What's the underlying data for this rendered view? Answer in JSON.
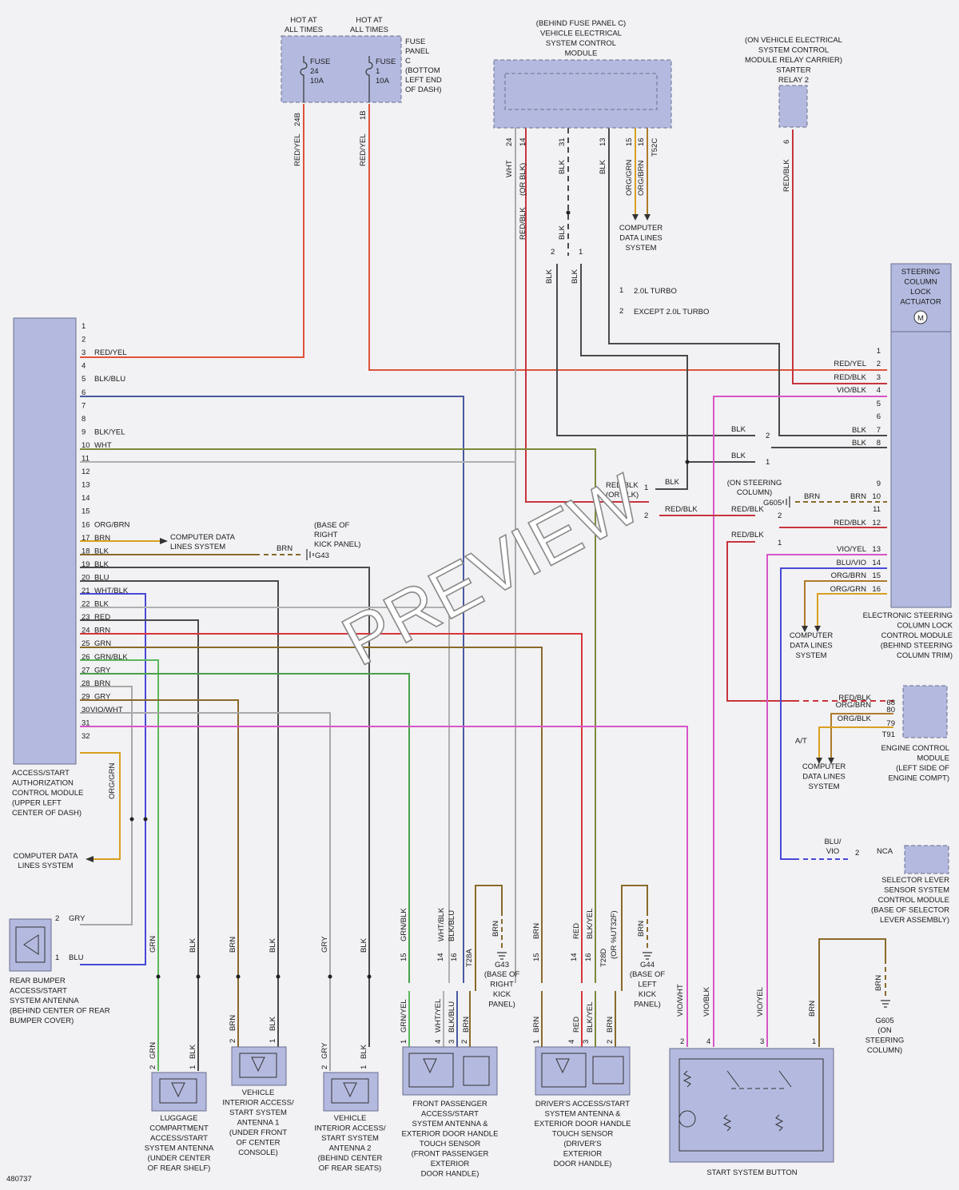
{
  "diagram_id": "480737",
  "watermark": "PREVIEW",
  "fuse_panel": {
    "hot_left": [
      "HOT AT",
      "ALL TIMES"
    ],
    "hot_right": [
      "HOT AT",
      "ALL TIMES"
    ],
    "fuse_a": [
      "FUSE",
      "24",
      "10A"
    ],
    "fuse_b": [
      "FUSE",
      "1",
      "10A"
    ],
    "location": [
      "FUSE",
      "PANEL",
      "C",
      "(BOTTOM",
      "LEFT END",
      "OF DASH)"
    ],
    "pin_a": "24B",
    "pin_b": "1B",
    "wire_a": "RED/YEL",
    "wire_b": "RED/YEL"
  },
  "vescm": {
    "title": [
      "(BEHIND FUSE PANEL C)",
      "VEHICLE ELECTRICAL",
      "SYSTEM CONTROL",
      "MODULE"
    ],
    "pins": [
      "24",
      "14",
      "31",
      "13",
      "15",
      "16"
    ],
    "connector": "T52C",
    "wires": [
      "WHT",
      "(OR BLK)",
      "BLK",
      "BLK",
      "ORG/GRN",
      "ORG/BRN",
      "RED/BLK",
      "BLK"
    ],
    "data_lines": [
      "COMPUTER",
      "DATA LINES",
      "SYSTEM"
    ]
  },
  "starter_relay": {
    "title": [
      "(ON VEHICLE ELECTRICAL",
      "SYSTEM CONTROL",
      "MODULE RELAY CARRIER)",
      "STARTER",
      "RELAY 2"
    ],
    "pin": "6",
    "wire": "RED/BLK"
  },
  "legend": {
    "item1": "2.0L TURBO",
    "item2": "EXCEPT 2.0L TURBO",
    "marker1": "1",
    "marker2": "2"
  },
  "steering_lock": {
    "title": [
      "STEERING",
      "COLUMN",
      "LOCK",
      "ACTUATOR"
    ],
    "motor": "M",
    "module_label": [
      "ELECTRONIC STEERING",
      "COLUMN LOCK",
      "CONTROL MODULE",
      "(BEHIND STEERING",
      "COLUMN TRIM)"
    ],
    "pins": [
      "1",
      "2",
      "3",
      "4",
      "5",
      "6",
      "7",
      "8",
      "9",
      "10",
      "11",
      "12",
      "13",
      "14",
      "15",
      "16"
    ],
    "wires": [
      "",
      "RED/YEL",
      "RED/BLK",
      "VIO/BLK",
      "",
      "",
      "BLK",
      "BLK",
      "",
      "BRN",
      "",
      "RED/BLK",
      "VIO/YEL",
      "BLU/VIO",
      "ORG/BRN",
      "ORG/GRN"
    ],
    "data_lines": [
      "COMPUTER",
      "DATA LINES",
      "SYSTEM"
    ]
  },
  "g605_top": {
    "label": "G605",
    "note": [
      "(ON STEERING",
      "COLUMN)"
    ],
    "wire": "BRN"
  },
  "splice_labels": {
    "blk_a": "BLK",
    "blk_b": "BLK",
    "blk_c": "BLK",
    "redblk_a": [
      "RED/BLK",
      "(OR BLK)"
    ],
    "redblk_b": "RED/BLK",
    "redblk_c": "RED/BLK",
    "redblk_d": "RED/BLK"
  },
  "access_module": {
    "label": [
      "ACCESS/START",
      "AUTHORIZATION",
      "CONTROL MODULE",
      "(UPPER LEFT",
      "CENTER OF DASH)"
    ],
    "pins": [
      "1",
      "2",
      "3",
      "4",
      "5",
      "6",
      "7",
      "8",
      "9",
      "10",
      "11",
      "12",
      "13",
      "14",
      "15",
      "16",
      "17",
      "18",
      "19",
      "20",
      "21",
      "22",
      "23",
      "24",
      "25",
      "26",
      "27",
      "28",
      "29",
      "30",
      "31",
      "32"
    ],
    "wires": [
      "",
      "",
      "RED/YEL",
      "",
      "BLK/BLU",
      "",
      "",
      "",
      "BLK/YEL",
      "WHT",
      "",
      "",
      "",
      "",
      "",
      "ORG/BRN",
      "BRN",
      "BLK",
      "BLK",
      "BLU",
      "WHT/BLK",
      "BLK",
      "RED",
      "BRN",
      "GRN",
      "GRN/BLK",
      "GRY",
      "BRN",
      "GRY",
      "VIO/WHT",
      "",
      ""
    ],
    "data_lines_16": [
      "COMPUTER DATA",
      "LINES SYSTEM"
    ],
    "g43_note": [
      "(BASE OF",
      "RIGHT",
      "KICK PANEL)"
    ],
    "g43": "G43",
    "g43_wire": "BRN",
    "pin32_wire": "ORG/GRN",
    "data_lines_32": [
      "COMPUTER DATA",
      "LINES SYSTEM"
    ]
  },
  "ecm": {
    "label": [
      "ENGINE CONTROL",
      "MODULE",
      "(LEFT SIDE OF",
      "ENGINE COMPT)"
    ],
    "pins": [
      "68",
      "80",
      "79"
    ],
    "wires": [
      "RED/BLK",
      "ORG/BRN",
      "ORG/BLK"
    ],
    "connector": "T91",
    "at": "A/T",
    "data_lines": [
      "COMPUTER",
      "DATA LINES",
      "SYSTEM"
    ]
  },
  "selector": {
    "label": [
      "SELECTOR LEVER",
      "SENSOR SYSTEM",
      "CONTROL MODULE",
      "(BASE OF SELECTOR",
      "LEVER ASSEMBLY)"
    ],
    "wire": [
      "BLU/",
      "VIO"
    ],
    "pin": "2",
    "nca": "NCA"
  },
  "rear_bumper": {
    "label": [
      "REAR BUMPER",
      "ACCESS/START",
      "SYSTEM ANTENNA",
      "(BEHIND CENTER OF REAR",
      "BUMPER COVER)"
    ],
    "pins": [
      "2",
      "1"
    ],
    "wires": [
      "GRY",
      "BLU"
    ]
  },
  "luggage": {
    "label": [
      "LUGGAGE",
      "COMPARTMENT",
      "ACCESS/START",
      "SYSTEM ANTENNA",
      "(UNDER CENTER",
      "OF REAR SHELF)"
    ],
    "wires": [
      "GRN",
      "BLK",
      "GRN",
      "BLK"
    ],
    "pins": [
      "2",
      "1"
    ]
  },
  "antenna1": {
    "label": [
      "VEHICLE",
      "INTERIOR ACCESS/",
      "START SYSTEM",
      "ANTENNA 1",
      "(UNDER FRONT",
      "OF CENTER",
      "CONSOLE)"
    ],
    "wires": [
      "BRN",
      "BLK",
      "BRN",
      "BLK"
    ],
    "pins": [
      "2",
      "1"
    ]
  },
  "antenna2": {
    "label": [
      "VEHICLE",
      "INTERIOR ACCESS/",
      "START SYSTEM",
      "ANTENNA 2",
      "(BEHIND CENTER",
      "OF REAR SEATS)"
    ],
    "wires": [
      "GRY",
      "BLK",
      "GRY",
      "BLK"
    ],
    "pins": [
      "2",
      "1"
    ]
  },
  "front_pass": {
    "label": [
      "FRONT PASSENGER",
      "ACCESS/START",
      "SYSTEM ANTENNA &",
      "EXTERIOR DOOR HANDLE",
      "TOUCH SENSOR",
      "(FRONT PASSENGER",
      "EXTERIOR",
      "DOOR HANDLE)"
    ],
    "upper_wires": [
      "GRN/BLK",
      "WHT/BLK",
      "BLK/BLU"
    ],
    "upper_pins": [
      "15",
      "14",
      "16"
    ],
    "connector": "T28A",
    "lower_wires": [
      "GRN/YEL",
      "WHT/YEL",
      "BLK/BLU",
      "BRN"
    ],
    "lower_pins": [
      "1",
      "4",
      "3",
      "2"
    ],
    "ground": "G43",
    "ground_wire": "BRN",
    "ground_note": [
      "(BASE OF",
      "RIGHT",
      "KICK",
      "PANEL)"
    ]
  },
  "driver": {
    "label": [
      "DRIVER'S ACCESS/START",
      "SYSTEM ANTENNA &",
      "EXTERIOR DOOR HANDLE",
      "TOUCH SENSOR",
      "(DRIVER'S",
      "EXTERIOR",
      "DOOR HANDLE)"
    ],
    "upper_wires": [
      "BRN",
      "RED",
      "BLK/YEL"
    ],
    "upper_pins": [
      "15",
      "14",
      "16"
    ],
    "connector": "T28D",
    "connector_note": "(OR %UT32F)",
    "lower_wires": [
      "BRN",
      "RED",
      "BLK/YEL",
      "BRN"
    ],
    "lower_pins": [
      "1",
      "4",
      "3",
      "2"
    ],
    "ground": "G44",
    "ground_wire": "BRN",
    "ground_note": [
      "(BASE OF",
      "LEFT",
      "KICK",
      "PANEL)"
    ]
  },
  "start_button": {
    "label": "START SYSTEM BUTTON",
    "wires": [
      "VIO/WHT",
      "VIO/BLK",
      "VIO/YEL",
      "BRN"
    ],
    "pins": [
      "2",
      "4",
      "3",
      "1"
    ],
    "ground": "G605",
    "ground_wire": "BRN",
    "ground_note": [
      "(ON",
      "STEERING",
      "COLUMN)"
    ]
  },
  "colors": {
    "background": "#f2f2f4",
    "module_fill": "#b4badf",
    "red_yel": "#e0523c",
    "red_blk": "#c8343c",
    "blk": "#4a4a4a",
    "blu": "#4848d8",
    "wht": "#aaaaaa",
    "grn": "#5cb85c",
    "brn": "#8a6a2a",
    "org": "#e0922a",
    "vio": "#d855c8",
    "gry": "#a8a8a8"
  }
}
